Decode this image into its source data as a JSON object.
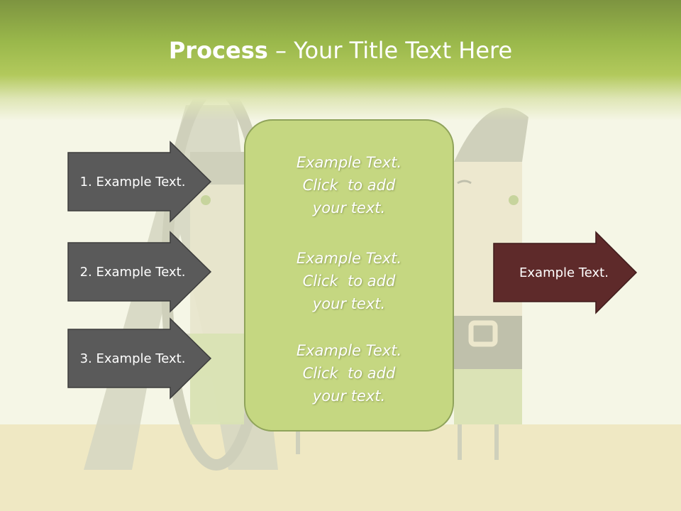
{
  "title": {
    "bold": "Process",
    "rest": " – Your Title Text Here"
  },
  "left_arrows": [
    {
      "label": "1. Example Text."
    },
    {
      "label": "2. Example Text."
    },
    {
      "label": "3. Example Text."
    }
  ],
  "center_blocks": [
    {
      "line1": "Example Text.",
      "line2": "Click  to add",
      "line3": "your text."
    },
    {
      "line1": "Example Text.",
      "line2": "Click  to add",
      "line3": "your text."
    },
    {
      "line1": "Example Text.",
      "line2": "Click  to add",
      "line3": "your text."
    }
  ],
  "right_arrow": {
    "label": "Example Text."
  },
  "colors": {
    "header_green": "#9ab84b",
    "arrow_gray": "#5a5a5a",
    "arrow_red": "#5e2a2a",
    "box_green": "#c5d781"
  }
}
